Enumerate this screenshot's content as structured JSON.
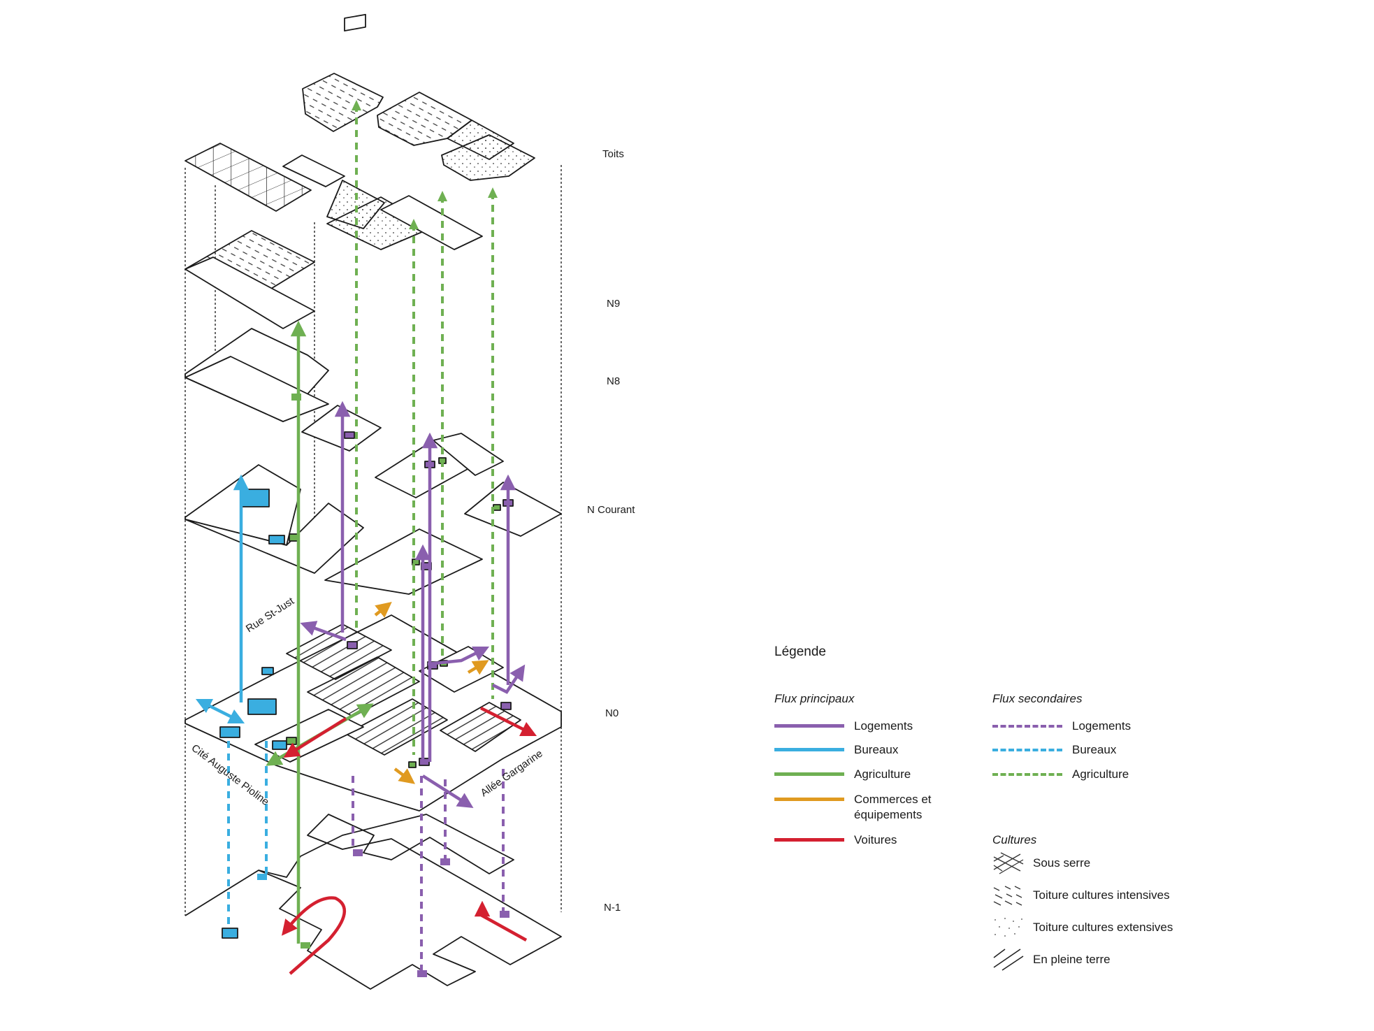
{
  "levels": [
    {
      "id": "toits",
      "label": "Toits"
    },
    {
      "id": "n9",
      "label": "N9"
    },
    {
      "id": "n8",
      "label": "N8"
    },
    {
      "id": "n-courant",
      "label": "N Courant"
    },
    {
      "id": "n0",
      "label": "N0"
    },
    {
      "id": "n-1",
      "label": "N-1"
    }
  ],
  "streets": {
    "rue": "Rue St-Just",
    "cite": "Cité Auguste Pioline",
    "allee": "Allée Gargarine"
  },
  "colors": {
    "logements": "#8a5fae",
    "bureaux": "#3aaee0",
    "agriculture": "#6fb052",
    "commerces": "#e09a20",
    "voitures": "#d42030",
    "ink": "#1a1a1a"
  },
  "legend": {
    "title": "Légende",
    "principal_heading": "Flux principaux",
    "secondary_heading": "Flux secondaires",
    "cultures_heading": "Cultures",
    "principal": [
      {
        "key": "logements",
        "label": "Logements",
        "color": "#8a5fae"
      },
      {
        "key": "bureaux",
        "label": "Bureaux",
        "color": "#3aaee0"
      },
      {
        "key": "agriculture",
        "label": "Agriculture",
        "color": "#6fb052"
      },
      {
        "key": "commerces",
        "label": "Commerces et équipements",
        "color": "#e09a20"
      },
      {
        "key": "voitures",
        "label": "Voitures",
        "color": "#d42030"
      }
    ],
    "secondary": [
      {
        "key": "logements",
        "label": "Logements",
        "color": "#8a5fae"
      },
      {
        "key": "bureaux",
        "label": "Bureaux",
        "color": "#3aaee0"
      },
      {
        "key": "agriculture",
        "label": "Agriculture",
        "color": "#6fb052"
      }
    ],
    "cultures": [
      {
        "key": "sous-serre",
        "label": "Sous serre",
        "pattern": "crosshatch"
      },
      {
        "key": "intensives",
        "label": "Toiture cultures intensives",
        "pattern": "dashes"
      },
      {
        "key": "extensives",
        "label": "Toiture cultures extensives",
        "pattern": "dots"
      },
      {
        "key": "pleine-terre",
        "label": "En pleine terre",
        "pattern": "diagonal"
      }
    ]
  }
}
